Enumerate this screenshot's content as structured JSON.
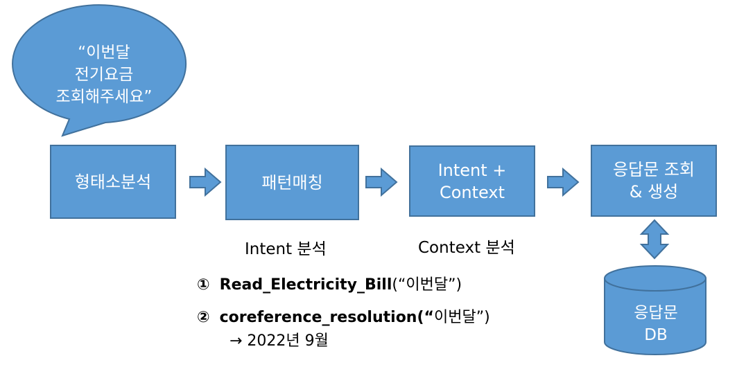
{
  "speech_bubble": {
    "text": "“이번달\n전기요금\n조회해주세요”"
  },
  "process": [
    {
      "label": "형태소분석"
    },
    {
      "label": "패턴매칭"
    },
    {
      "label": "Intent +\nContext"
    },
    {
      "label": "응답문 조회\n& 생성"
    }
  ],
  "captions": {
    "intent": "Intent 분석",
    "context": "Context 분석"
  },
  "notes": [
    {
      "marker": "①",
      "func": "Read_Electricity_Bill",
      "arg": "(“이번달”)"
    },
    {
      "marker": "②",
      "func": "coreference_resolution(“",
      "arg": "이번달”)",
      "result": "→ 2022년 9월"
    }
  ],
  "database": {
    "line1": "응답문",
    "line2": "DB"
  },
  "colors": {
    "fill": "#5b9bd5",
    "stroke": "#41719c"
  }
}
